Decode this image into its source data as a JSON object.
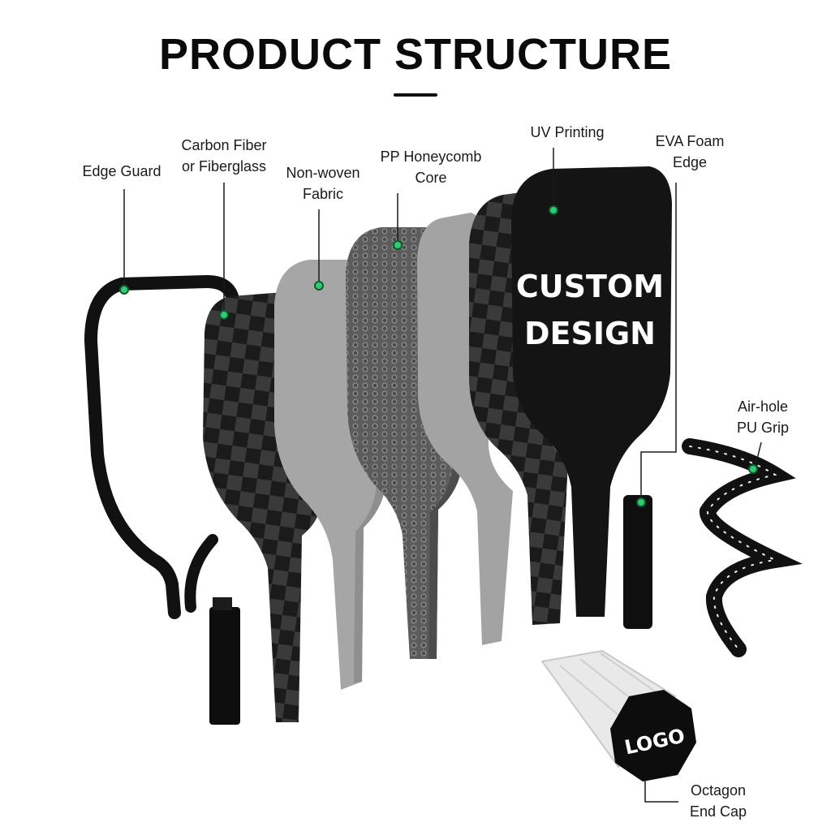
{
  "title": "PRODUCT STRUCTURE",
  "labels": {
    "edge_guard": "Edge Guard",
    "carbon_fiber": [
      "Carbon Fiber",
      "or Fiberglass"
    ],
    "non_woven": [
      "Non-woven",
      "Fabric"
    ],
    "honeycomb": [
      "PP Honeycomb",
      "Core"
    ],
    "uv_printing": "UV Printing",
    "eva_foam": [
      "EVA Foam",
      "Edge"
    ],
    "pu_grip": [
      "Air-hole",
      "PU Grip"
    ],
    "end_cap": [
      "Octagon",
      "End Cap"
    ]
  },
  "paddle_text": [
    "CUSTOM",
    "DESIGN"
  ],
  "end_cap_text": "LOGO",
  "colors": {
    "marker": "#2ecc71",
    "black": "#111111",
    "grey": "#bdbdbd",
    "honeycomb": "#6b6b6b"
  }
}
